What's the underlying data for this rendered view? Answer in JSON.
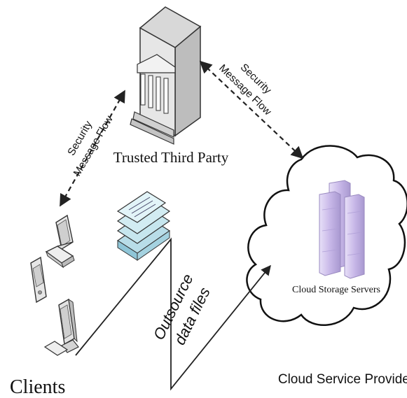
{
  "labels": {
    "ttp": "Trusted Third Party",
    "clients": "Clients",
    "csp": "Cloud Service Provider",
    "css": "Cloud Storage Servers"
  },
  "flows": {
    "left_line1": "Security",
    "left_line2": "Message Flow",
    "right_line1": "Security",
    "right_line2": "Message Flow",
    "outsource_line1": "Outsource",
    "outsource_line2": "data files"
  },
  "icons": {
    "ttp": "bank-building-icon",
    "laptop": "laptop-icon",
    "pda": "pda-icon",
    "desktop": "desktop-computer-icon",
    "files": "stacked-documents-icon",
    "servers": "server-rack-icon",
    "cloud": "cloud-icon"
  },
  "colors": {
    "servers": "#c8b8e8",
    "files": "#b8dde8"
  }
}
